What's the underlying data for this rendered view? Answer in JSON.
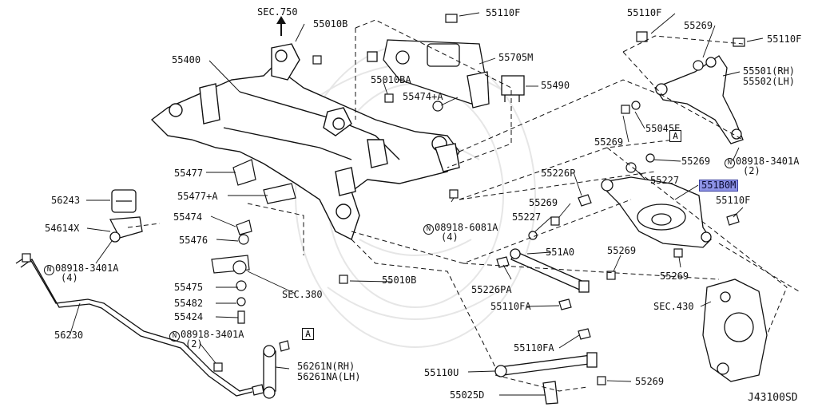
{
  "diagram_code": "J43100SD",
  "labels": {
    "sec750": "SEC.750",
    "p55010B_top": "55010B",
    "p55110F_top": "55110F",
    "p55400": "55400",
    "p55010BA": "55010BA",
    "p55705M": "55705M",
    "p55474A": "55474+A",
    "p55490": "55490",
    "p55110F_r1": "55110F",
    "p55269_r1": "55269",
    "p55110F_r2": "55110F",
    "p55501": "55501(RH)",
    "p55502": "55502(LH)",
    "p55045E": "55045E",
    "p55269_r2": "55269",
    "boxA_right": "A",
    "p55269_r3": "55269",
    "bolt_r_code": "08918-3401A",
    "bolt_r_qty": "(2)",
    "p55477": "55477",
    "p55226P": "55226P",
    "p55227_r": "55227",
    "p551B0M": "551B0M",
    "p55110F_r3": "55110F",
    "p55477A": "55477+A",
    "p56243": "56243",
    "p55269_m1": "55269",
    "p55227_m": "55227",
    "p55474": "55474",
    "bolt_m_code": "08918-6081A",
    "bolt_m_qty": "(4)",
    "p54614X": "54614X",
    "p55476": "55476",
    "p551A0": "551A0",
    "p55269_m2": "55269",
    "p55269_m3": "55269",
    "bolt_l_code": "08918-3401A",
    "bolt_l_qty": "(4)",
    "p55226PA": "55226PA",
    "p55010B_mid": "55010B",
    "p55475": "55475",
    "sec380": "SEC.380",
    "p55482": "55482",
    "p55110FA_1": "55110FA",
    "sec430": "SEC.430",
    "p55424": "55424",
    "p56230": "56230",
    "bolt_b_code": "08918-3401A",
    "bolt_b_qty": "(2)",
    "boxA_left": "A",
    "p55110FA_2": "55110FA",
    "p56261N": "56261N(RH)",
    "p56261NA": "56261NA(LH)",
    "p55110U": "55110U",
    "p55269_b": "55269",
    "p55025D": "55025D",
    "circle_n": "N"
  },
  "highlighted_part": "551B0M",
  "colors": {
    "ink": "#111111",
    "highlight_fill": "#8e93e6",
    "highlight_border": "#3a3f9e",
    "watermark": "#e6e6e6"
  }
}
